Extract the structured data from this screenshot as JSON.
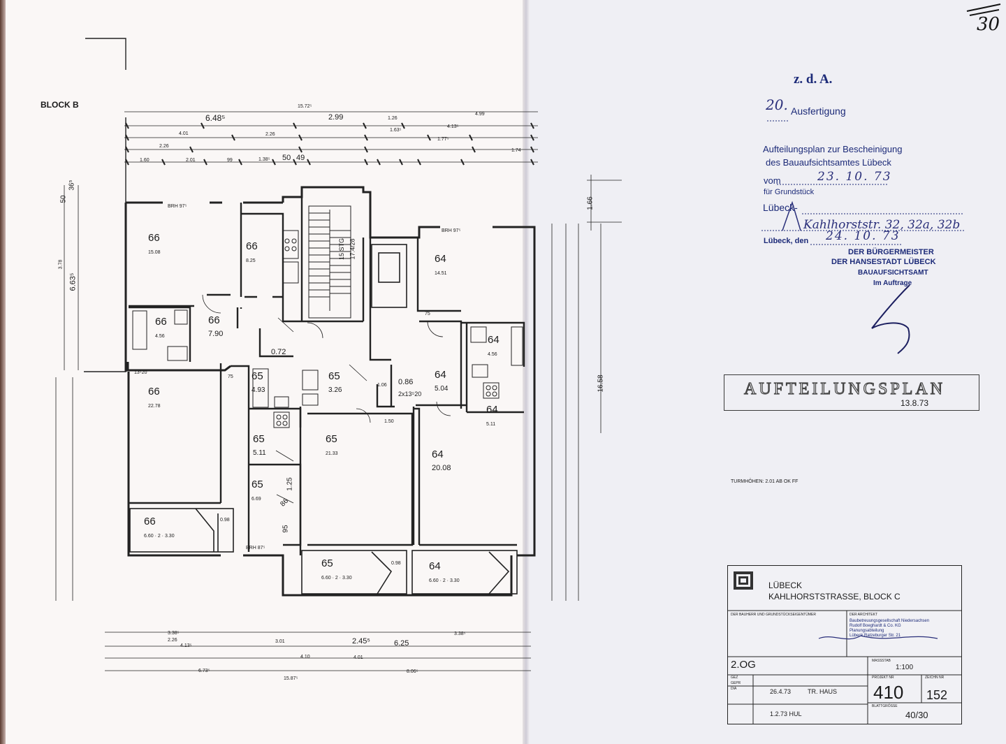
{
  "block_label": "BLOCK B",
  "turmhoehen": "TURMHÖHEN: 2.01 AB OK FF",
  "stair_label_1": "15 STG",
  "stair_label_2": "17.4/28",
  "top_dims": {
    "d1": "6.48⁵",
    "d2": "15.72⁵",
    "d3": "2.99",
    "d4": "1.26",
    "d5": "4.99",
    "d6": "4.01",
    "d7": "2.26",
    "d8": "1.63⁵",
    "d9": "4.13⁵",
    "d10": "2.26",
    "d11": "1.60",
    "d12": "2.01",
    "d13": "99",
    "d14": "1.38⁵",
    "d15": "50",
    "d16": "49",
    "d17": "1.77⁵",
    "d18": "1.74"
  },
  "left_dims": {
    "a": "50",
    "b": "36⁵",
    "c": "6.63⁵",
    "d": "3.78"
  },
  "right_dims": {
    "a": "1.66",
    "b": "16.58"
  },
  "bottom_dims": {
    "a": "3.38⁵",
    "b": "2.26",
    "c": "4.13⁵",
    "d": "3.01",
    "e": "2.45⁵",
    "f": "4.01",
    "g": "15.87⁵",
    "h": "6.73⁵",
    "i": "6.25",
    "j": "4.10",
    "k": "8.06⁵",
    "l": "3.38⁵"
  },
  "rooms": [
    {
      "no": "66",
      "area": "15.08"
    },
    {
      "no": "66",
      "area": "8.25"
    },
    {
      "no": "64",
      "area": "14.51"
    },
    {
      "no": "66",
      "area": "4.56"
    },
    {
      "no": "66",
      "area": "7.90"
    },
    {
      "no": "64",
      "area": "4.56"
    },
    {
      "no": "",
      "area": "0.72"
    },
    {
      "no": "65",
      "area": "4.93"
    },
    {
      "no": "65",
      "area": "3.26"
    },
    {
      "no": "",
      "area": "0.86"
    },
    {
      "no": "64",
      "area": "5.04"
    },
    {
      "no": "66",
      "area": "22.78"
    },
    {
      "no": "65",
      "area": "5.11"
    },
    {
      "no": "65",
      "area": "21.33"
    },
    {
      "no": "64",
      "area": "5.11"
    },
    {
      "no": "64",
      "area": "20.08"
    },
    {
      "no": "65",
      "area": "6.69"
    },
    {
      "no": "66",
      "area": "6.60 · 2 · 3.30"
    },
    {
      "no": "65",
      "area": "6.60 · 2 · 3.30"
    },
    {
      "no": "64",
      "area": "6.60 · 2 · 3.30"
    }
  ],
  "misc_labels": {
    "brh": "BRH 97⁵",
    "brh2": "BRH 87⁵",
    "dim125": "1.25",
    "dim95": "95",
    "dim86": "86",
    "dim75": "75",
    "dim150": "1.50",
    "dim98": "0.98",
    "dim106": "1.06",
    "dim2x": "2x13⁵20",
    "dim1320": "13⁵20"
  },
  "stamp": {
    "zda": "z. d. A.",
    "ausfertigung_no": "20.",
    "ausfertigung": "Ausfertigung",
    "line1": "Aufteilungsplan zur Bescheinigung",
    "line2": "des Bauaufsichtsamtes Lübeck",
    "vom_label": "vom",
    "vom_date": "23. 10. 73",
    "grundstueck_label": "für Grundstück",
    "luebeck": "Lübeck-",
    "address": "Kahlhorststr. 32, 32a, 32b",
    "luebeck_den": "Lübeck, den",
    "den_date": "24. 10. 73",
    "b1": "DER BÜRGERMEISTER",
    "b2": "DER HANSESTADT LÜBECK",
    "b3": "BAUAUFSICHTSAMT",
    "b4": "Im Auftrage"
  },
  "plan_stamp": {
    "title": "AUFTEILUNGSPLAN",
    "date": "13.8.73"
  },
  "corner_number": "30",
  "title_block": {
    "city": "LÜBECK",
    "street": "KAHLHORSTSTRASSE, BLOCK C",
    "bauherr_label": "DER BAUHERR UND GRUNDSTÜCKSEIGENTÜMER",
    "architekt_label": "DER ARCHITEKT",
    "architekt_1": "Baubetreuungsgesellschaft Niedersachsen",
    "architekt_2": "Rudolf Boeghardt & Co. KG",
    "architekt_3": "Planungsabteilung",
    "architekt_4": "Lübeck Ratzeburger Str. 21",
    "floor": "2.OG",
    "massstab_label": "MASSSTAB",
    "scale": "1:100",
    "date_row": "26.4.73",
    "type_row": "TR. HAUS",
    "sign_row": "1.2.73 HUL",
    "projekt_label": "PROJEKT NR",
    "projekt": "410",
    "zeichn_label": "ZEICHN NR",
    "zeichn": "152",
    "blatt_label": "BLATTGRÖSSE",
    "blatt": "40/30",
    "geh_label": "GEZ",
    "gepr_label": "GEPR",
    "dia_label": "DIA"
  }
}
